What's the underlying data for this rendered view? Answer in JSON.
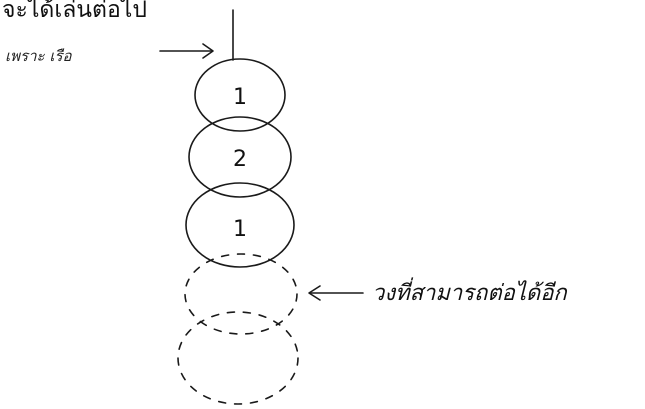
{
  "title": "จะได้เล่นต่อไป",
  "top_note": "เพราะ เรือ",
  "side_label": "วงที่สามารถต่อได้อีก",
  "circles": [
    {
      "number": "1",
      "style": "solid"
    },
    {
      "number": "2",
      "style": "solid"
    },
    {
      "number": "1",
      "style": "solid"
    },
    {
      "number": "",
      "style": "dashed"
    },
    {
      "number": "",
      "style": "dashed"
    }
  ]
}
